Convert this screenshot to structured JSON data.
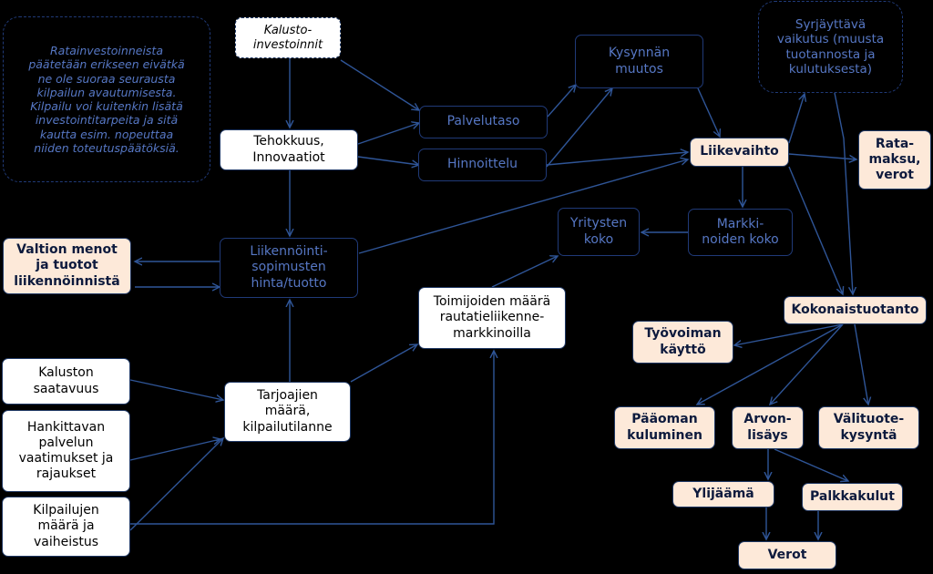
{
  "colors": {
    "background": "#000000",
    "arrow": "#2f5597",
    "highlight": "#fde9d9",
    "white": "#ffffff",
    "dark_text": "#5677c4"
  },
  "nodes": {
    "note": "Ratainvestoinneista\npäätetään erikseen eivätkä\nne ole suoraa seurausta\nkilpailun avautumisesta.\nKilpailu voi kuitenkin lisätä\ninvestointitarpeita ja sitä\nkautta esim. nopeuttaa\nniiden toteutuspäätöksiä.",
    "kalusto_investoinnit": "Kalusto-\ninvestoinnit",
    "tehokkuus": "Tehokkuus,\nInnovaatiot",
    "palvelutaso": "Palvelutaso",
    "hinnoittelu": "Hinnoittelu",
    "kysynnan_muutos": "Kysynnän\nmuutos",
    "syrjayttava": "Syrjäyttävä\nvaikutus (muusta\ntuotannosta ja\nkulutuksesta)",
    "liikevaihto": "Liikevaihto",
    "ratamaksu": "Rata-\nmaksu,\nverot",
    "valtion_menot": "Valtion menot\nja tuotot\nliikennöinnistä",
    "liikennointi": "Liikennöinti-\nsopimusten\nhinta/tuotto",
    "yritysten_koko": "Yritysten\nkoko",
    "markkinoiden_koko": "Markki-\nnoiden koko",
    "toimijoiden_maara": "Toimijoiden määrä\nrautatieliikenne-\nmarkkinoilla",
    "kokonaistuotanto": "Kokonaistuotanto",
    "tyovoiman_kaytto": "Työvoiman\nkäyttö",
    "kaluston_saatavuus": "Kaluston\nsaatavuus",
    "tarjoajien_maara": "Tarjoajien\nmäärä,\nkilpailutilanne",
    "hankittavan_palvelun": "Hankittavan\npalvelun\nvaatimukset ja\nrajaukset",
    "kilpailujen_maara": "Kilpailujen\nmäärä ja\nvaiheistus",
    "paaoman_kuluminen": "Pääoman\nkuluminen",
    "arvonlisays": "Arvon-\nlisäys",
    "valituotekysynta": "Välituote-\nkysyntä",
    "ylijaama": "Ylijäämä",
    "palkkakulut": "Palkkakulut",
    "verot": "Verot"
  }
}
